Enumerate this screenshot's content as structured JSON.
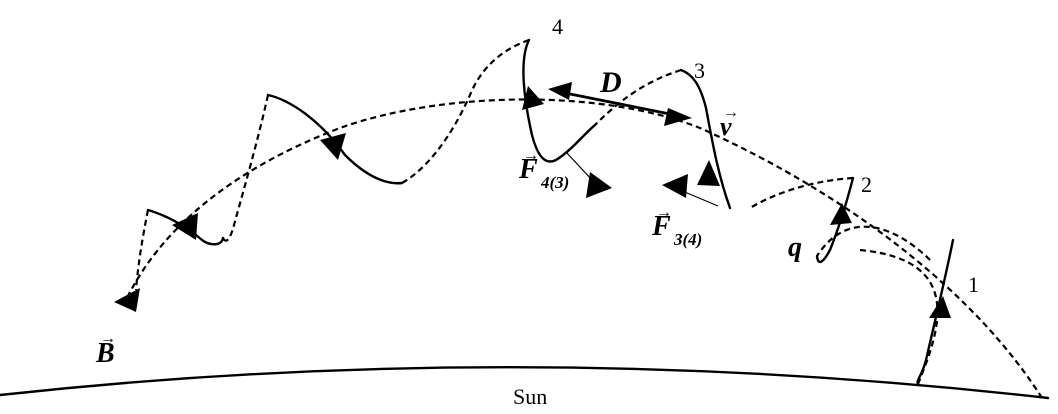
{
  "labels": {
    "point_1": "1",
    "point_2": "2",
    "point_3": "3",
    "point_4": "4",
    "distance": "D",
    "velocity": "v",
    "force_43_main": "F",
    "force_43_sub": "4(3)",
    "force_34_main": "F",
    "force_34_sub": "3(4)",
    "charge": "q",
    "magnetic_field": "B",
    "sun": "Sun"
  }
}
